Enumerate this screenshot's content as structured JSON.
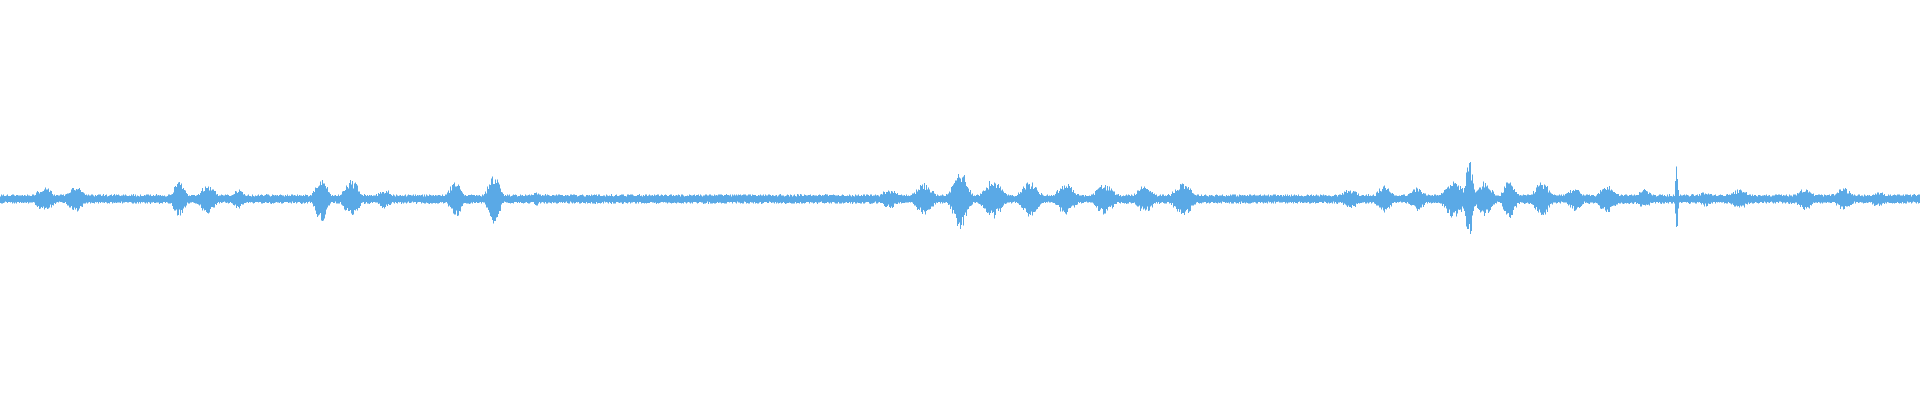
{
  "waveform": {
    "color": "#5aa9e6",
    "background": "#ffffff",
    "baseline_amplitude": 0.012,
    "bursts": [
      {
        "at": 0.023,
        "amp": 0.03,
        "spread": 0.006
      },
      {
        "at": 0.039,
        "amp": 0.035,
        "spread": 0.005
      },
      {
        "at": 0.093,
        "amp": 0.045,
        "spread": 0.004
      },
      {
        "at": 0.108,
        "amp": 0.04,
        "spread": 0.005
      },
      {
        "at": 0.124,
        "amp": 0.025,
        "spread": 0.004
      },
      {
        "at": 0.167,
        "amp": 0.06,
        "spread": 0.004
      },
      {
        "at": 0.183,
        "amp": 0.05,
        "spread": 0.005
      },
      {
        "at": 0.2,
        "amp": 0.025,
        "spread": 0.005
      },
      {
        "at": 0.237,
        "amp": 0.05,
        "spread": 0.004
      },
      {
        "at": 0.257,
        "amp": 0.065,
        "spread": 0.004
      },
      {
        "at": 0.279,
        "amp": 0.02,
        "spread": 0.002
      },
      {
        "at": 0.463,
        "amp": 0.025,
        "spread": 0.006
      },
      {
        "at": 0.481,
        "amp": 0.04,
        "spread": 0.006
      },
      {
        "at": 0.5,
        "amp": 0.075,
        "spread": 0.005
      },
      {
        "at": 0.517,
        "amp": 0.05,
        "spread": 0.006
      },
      {
        "at": 0.536,
        "amp": 0.045,
        "spread": 0.006
      },
      {
        "at": 0.555,
        "amp": 0.04,
        "spread": 0.006
      },
      {
        "at": 0.575,
        "amp": 0.04,
        "spread": 0.006
      },
      {
        "at": 0.596,
        "amp": 0.035,
        "spread": 0.006
      },
      {
        "at": 0.616,
        "amp": 0.045,
        "spread": 0.006
      },
      {
        "at": 0.703,
        "amp": 0.025,
        "spread": 0.006
      },
      {
        "at": 0.721,
        "amp": 0.035,
        "spread": 0.005
      },
      {
        "at": 0.738,
        "amp": 0.03,
        "spread": 0.005
      },
      {
        "at": 0.757,
        "amp": 0.05,
        "spread": 0.006
      },
      {
        "at": 0.765,
        "amp": 0.1,
        "spread": 0.0025
      },
      {
        "at": 0.773,
        "amp": 0.045,
        "spread": 0.005
      },
      {
        "at": 0.786,
        "amp": 0.05,
        "spread": 0.004
      },
      {
        "at": 0.803,
        "amp": 0.045,
        "spread": 0.005
      },
      {
        "at": 0.82,
        "amp": 0.03,
        "spread": 0.005
      },
      {
        "at": 0.837,
        "amp": 0.035,
        "spread": 0.006
      },
      {
        "at": 0.856,
        "amp": 0.025,
        "spread": 0.005
      },
      {
        "at": 0.873,
        "amp": 0.1,
        "spread": 0.0008
      },
      {
        "at": 0.888,
        "amp": 0.02,
        "spread": 0.005
      },
      {
        "at": 0.906,
        "amp": 0.025,
        "spread": 0.006
      },
      {
        "at": 0.94,
        "amp": 0.03,
        "spread": 0.005
      },
      {
        "at": 0.96,
        "amp": 0.03,
        "spread": 0.005
      },
      {
        "at": 0.978,
        "amp": 0.02,
        "spread": 0.005
      }
    ]
  }
}
